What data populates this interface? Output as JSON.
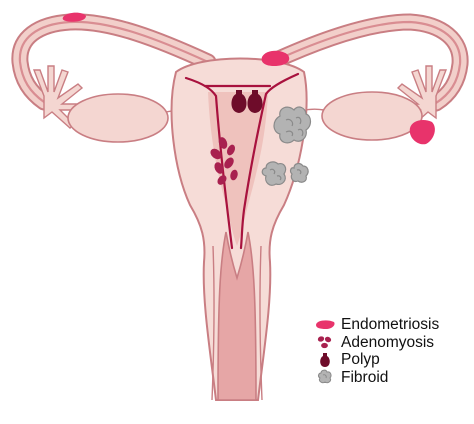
{
  "colors": {
    "outline": "#c97e83",
    "tissue": "#f6dcd7",
    "tissue_dark": "#efc2bd",
    "canal": "#e6a6a6",
    "ovary": "#f4d6d1",
    "lining": "#a8123e",
    "endometriosis": "#e8336b",
    "adenomyosis": "#a8214f",
    "polyp": "#6e0c2a",
    "fibroid_fill": "#b3b3b3",
    "fibroid_line": "#8a8a8a"
  },
  "legend": [
    {
      "key": "endometriosis",
      "icon": "endometriosis-icon",
      "label": "Endometriosis"
    },
    {
      "key": "adenomyosis",
      "icon": "adenomyosis-icon",
      "label": "Adenomyosis"
    },
    {
      "key": "polyp",
      "icon": "polyp-icon",
      "label": "Polyp"
    },
    {
      "key": "fibroid",
      "icon": "fibroid-icon",
      "label": "Fibroid"
    }
  ]
}
